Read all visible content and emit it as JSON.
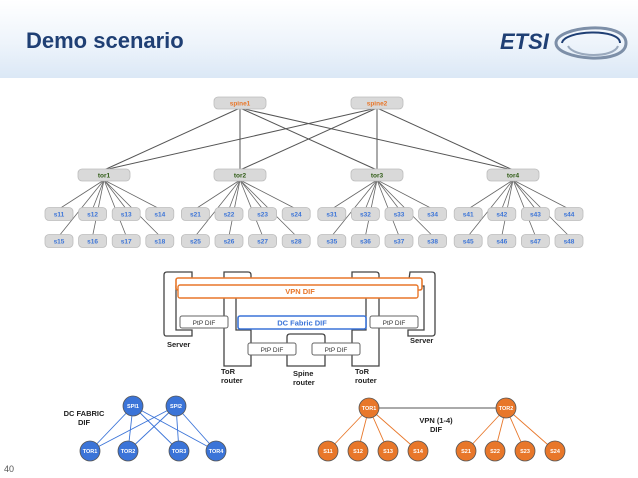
{
  "header": {
    "title": "Demo scenario",
    "logo_text": "ETSI"
  },
  "page_number": "40",
  "topology": {
    "spines": [
      "spine1",
      "spine2"
    ],
    "tors": [
      "tor1",
      "tor2",
      "tor3",
      "tor4"
    ],
    "servers_row1": [
      "s11",
      "s12",
      "s13",
      "s14",
      "s21",
      "s22",
      "s23",
      "s24",
      "s31",
      "s32",
      "s33",
      "s34",
      "s41",
      "s42",
      "s43",
      "s44"
    ],
    "servers_row2": [
      "s15",
      "s16",
      "s17",
      "s18",
      "s25",
      "s26",
      "s27",
      "s28",
      "s35",
      "s36",
      "s37",
      "s38",
      "s45",
      "s46",
      "s47",
      "s48"
    ]
  },
  "dif_stack": {
    "vpn_dif": "VPN DIF",
    "dc_fabric_dif": "DC Fabric DIF",
    "ptp_dif": "PtP DIF",
    "server_left": "Server",
    "server_right": "Server",
    "tor_router_left": "ToR router",
    "spine_router": "Spine router",
    "tor_router_right": "ToR router"
  },
  "dc_fabric": {
    "label": "DC FABRIC DIF",
    "spines": [
      "SPI1",
      "SPI2"
    ],
    "tors": [
      "TOR1",
      "TOR2",
      "TOR3",
      "TOR4"
    ]
  },
  "vpn": {
    "label": "VPN (1-4) DIF",
    "tors": [
      "TOR1",
      "TOR2"
    ],
    "servers": [
      "S11",
      "S12",
      "S13",
      "S14",
      "S21",
      "S22",
      "S23",
      "S24"
    ]
  },
  "colors": {
    "title": "#1f3f74",
    "orange": "#e8772a",
    "blue": "#3b74d8",
    "dark_green": "#2e5b14"
  }
}
